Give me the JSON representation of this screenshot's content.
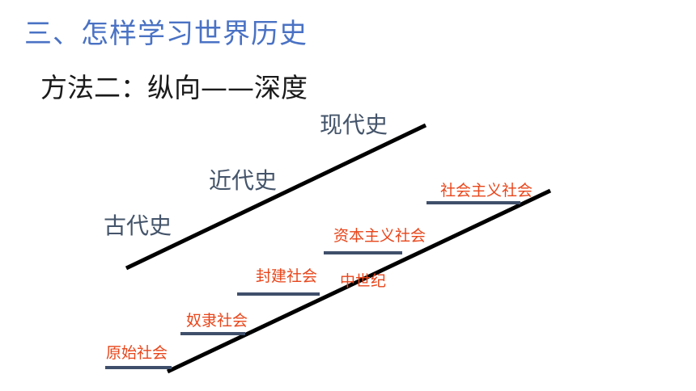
{
  "slide": {
    "title": "三、怎样学习世界历史",
    "subtitle": "方法二：纵向——深度"
  },
  "eras": [
    {
      "label": "古代史"
    },
    {
      "label": "近代史"
    },
    {
      "label": "现代史"
    }
  ],
  "stages": [
    {
      "label": "原始社会"
    },
    {
      "label": "奴隶社会"
    },
    {
      "label": "封建社会"
    },
    {
      "label": "资本主义社会"
    },
    {
      "label": "社会主义社会"
    }
  ],
  "annotation": {
    "label": "中世纪"
  },
  "colors": {
    "title": "#4a72c4",
    "era_text": "#44546a",
    "stage_text": "#e8451a",
    "step_line": "#3f4f6b",
    "main_line": "#000000"
  }
}
